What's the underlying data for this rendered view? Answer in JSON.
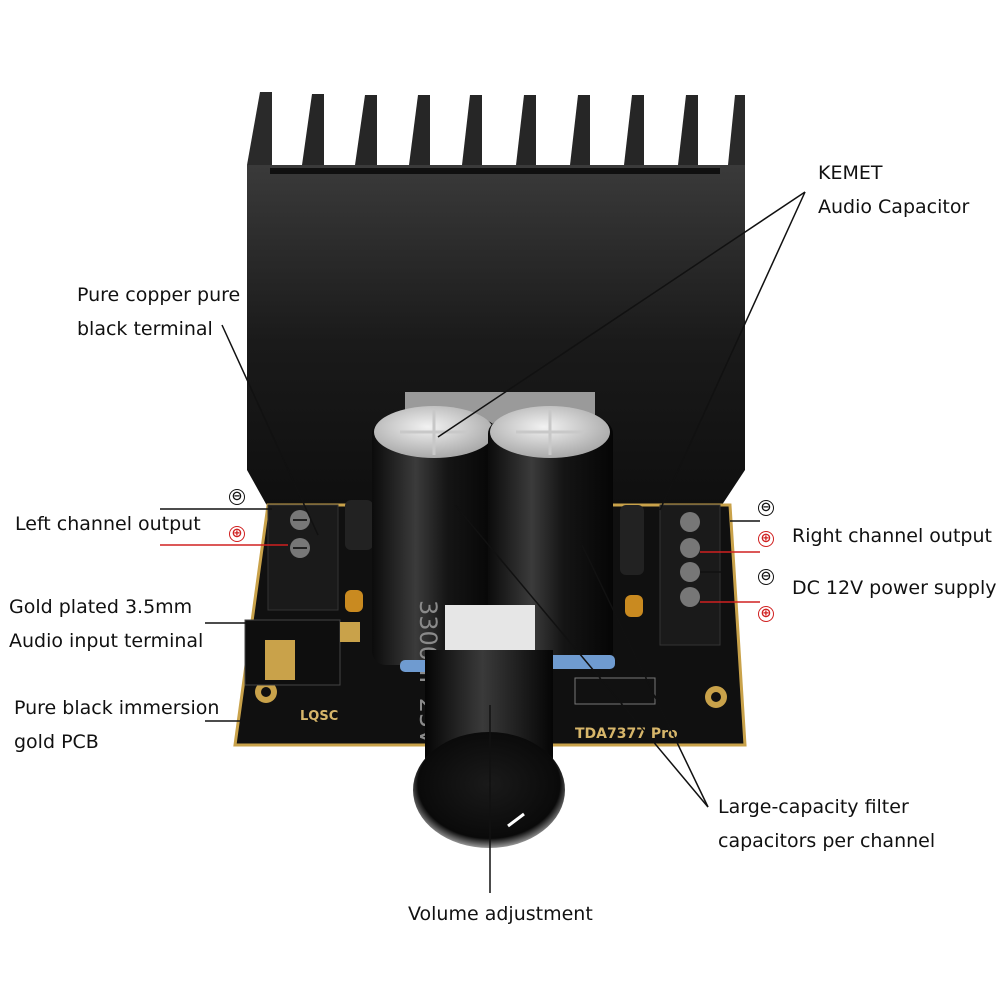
{
  "product": {
    "board_logo": "LQSC",
    "board_model": "TDA7377 Pro",
    "capacitor_marking": "3300uF 25V"
  },
  "annotations": {
    "kemet": [
      "KEMET",
      "Audio Capacitor"
    ],
    "copper_terminal": [
      "Pure copper pure",
      "black terminal"
    ],
    "left_output": [
      "Left channel output"
    ],
    "right_output": [
      "Right channel output"
    ],
    "power_supply": [
      "DC 12V power supply"
    ],
    "audio_input": [
      "Gold plated 3.5mm",
      "Audio input terminal"
    ],
    "pcb": [
      "Pure black immersion",
      "gold PCB"
    ],
    "filter_caps": [
      "Large-capacity filter",
      "capacitors per channel"
    ],
    "volume": [
      "Volume adjustment"
    ]
  },
  "polarity": {
    "negative": "⊖",
    "positive": "⊕"
  },
  "colors": {
    "background": "#ffffff",
    "text": "#111111",
    "positive_wire": "#d02020",
    "negative_wire": "#111111",
    "heatsink": "#1d1d1d",
    "pcb_gold": "#c9a24a"
  }
}
